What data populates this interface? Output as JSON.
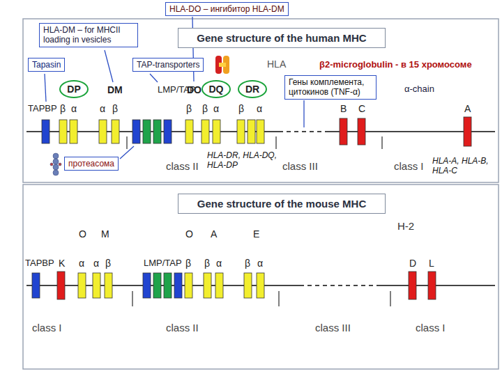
{
  "diagram": {
    "nodes": [
      {
        "text": [
          "HLA-DO – ингибитор HLA-DM"
        ]
      },
      {
        "text": [
          "HLA-DM – for MHCII loading in vesicles"
        ]
      },
      {
        "text": [
          "Gene structure of the human MHC"
        ]
      },
      {
        "text": [
          "Tapasin"
        ]
      },
      {
        "text": [
          "TAP-transporters"
        ]
      },
      {
        "text": [
          "Гены комплемента, цитокинов (TNF-α)"
        ]
      },
      {
        "text": [
          "DP"
        ]
      },
      {
        "text": [
          "DQ"
        ]
      },
      {
        "text": [
          "DR"
        ]
      },
      {
        "text": [
          "протеасома"
        ]
      },
      {
        "text": [
          "Gene structure of the mouse MHC"
        ]
      }
    ],
    "edges": [],
    "labels": [
      "HLA",
      "β2-microglobulin - в 15 хромосоме",
      "α-chain",
      "DM",
      "LMP/TAP",
      "DO",
      "TAPBP",
      "β",
      "α",
      "α",
      "β",
      "β",
      "β",
      "α",
      "β",
      "α",
      "B",
      "C",
      "A",
      "HLA-DR, HLA-DQ, HLA-DP",
      "class II",
      "class III",
      "class I",
      "HLA-A, HLA-B, HLA-C",
      "H-2",
      "O",
      "M",
      "O",
      "A",
      "E",
      "TAPBP",
      "K",
      "α",
      "α",
      "β",
      "LMP/TAP",
      "β",
      "β",
      "α",
      "β",
      "α",
      "D",
      "L",
      "class I",
      "class II",
      "class III",
      "class I"
    ]
  }
}
